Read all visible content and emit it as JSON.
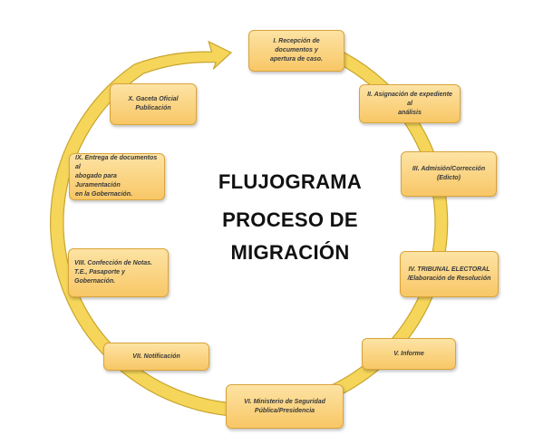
{
  "diagram": {
    "title_lines": [
      "FLUJOGRAMA",
      "PROCESO DE",
      "MIGRACIÓN"
    ],
    "steps": [
      "I. Recepción de documentos y\napertura de caso.",
      "II. Asignación de expediente al\nanálisis",
      "III. Admisión/Corrección\n(Edicto)",
      "IV. TRIBUNAL ELECTORAL\n/Elaboración de Resolución",
      "V. Informe",
      "VI. Ministerio de Seguridad\nPública/Presidencia",
      "VII. Notificación",
      "VIII. Confección de Notas.\nT.E., Pasaporte y Gobernación.",
      "IX. Entrega de documentos al\nabogado para Juramentación\nen la Gobernación.",
      "X. Gaceta Oficial\nPublicación"
    ],
    "colors": {
      "ring": "#f5d65a",
      "ring_outline": "#c9a52e",
      "box_fill": "#f9cc6c",
      "box_border": "#d9a43a"
    }
  }
}
